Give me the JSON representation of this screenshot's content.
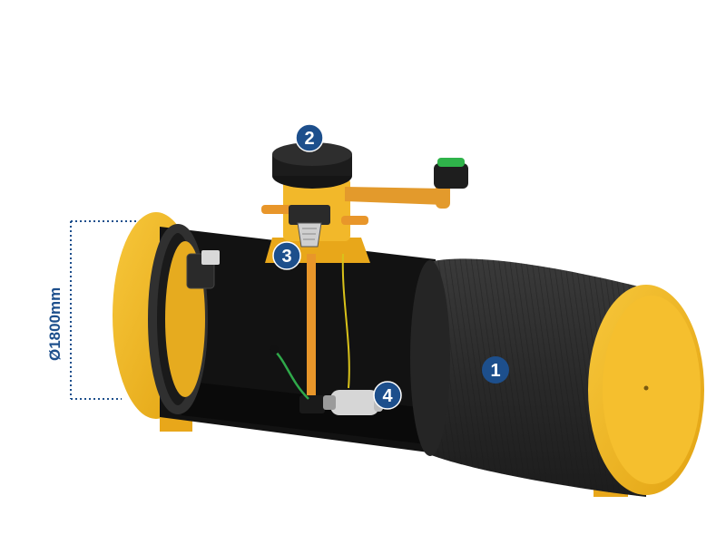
{
  "dimension": {
    "label": "Ø1800mm"
  },
  "callouts": [
    {
      "number": "1"
    },
    {
      "number": "2"
    },
    {
      "number": "3"
    },
    {
      "number": "4"
    }
  ],
  "colors": {
    "badge": "#1d4f8c",
    "dimension": "#1d4f8c",
    "tank_body": "#2b2b2b",
    "end_cap": "#f3b51c",
    "pipe": "#e8962a",
    "green_cap": "#2fb34a"
  }
}
